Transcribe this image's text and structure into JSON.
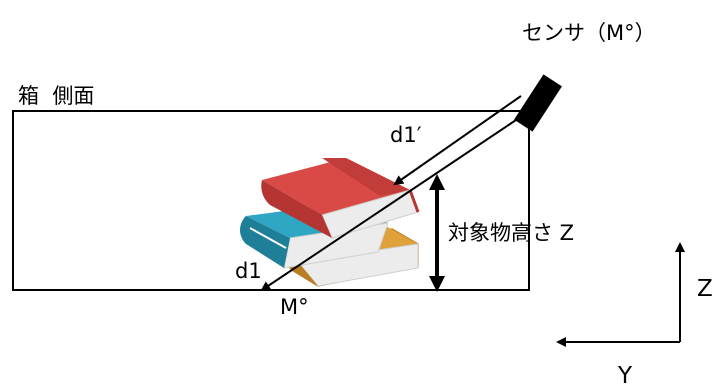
{
  "labels": {
    "sensor": "センサ（M°）",
    "box_side": "箱  側面",
    "d1_prime": "d1′",
    "d1": "d1",
    "object_height": "対象物高さ Z",
    "m_degree": "M°",
    "axis_z": "Z",
    "axis_y": "Y"
  },
  "colors": {
    "line": "#000000",
    "background": "#ffffff",
    "book_red_cover": "#d94a47",
    "book_red_spine": "#b53532",
    "book_teal_cover": "#2fa6c3",
    "book_teal_spine": "#1f7f98",
    "book_orange_cover": "#e0a03a",
    "book_orange_spine": "#b97d22",
    "book_pages": "#f2f2f2"
  },
  "icons": {
    "sensor": "sensor-block-icon",
    "books": "book-stack-icon"
  }
}
